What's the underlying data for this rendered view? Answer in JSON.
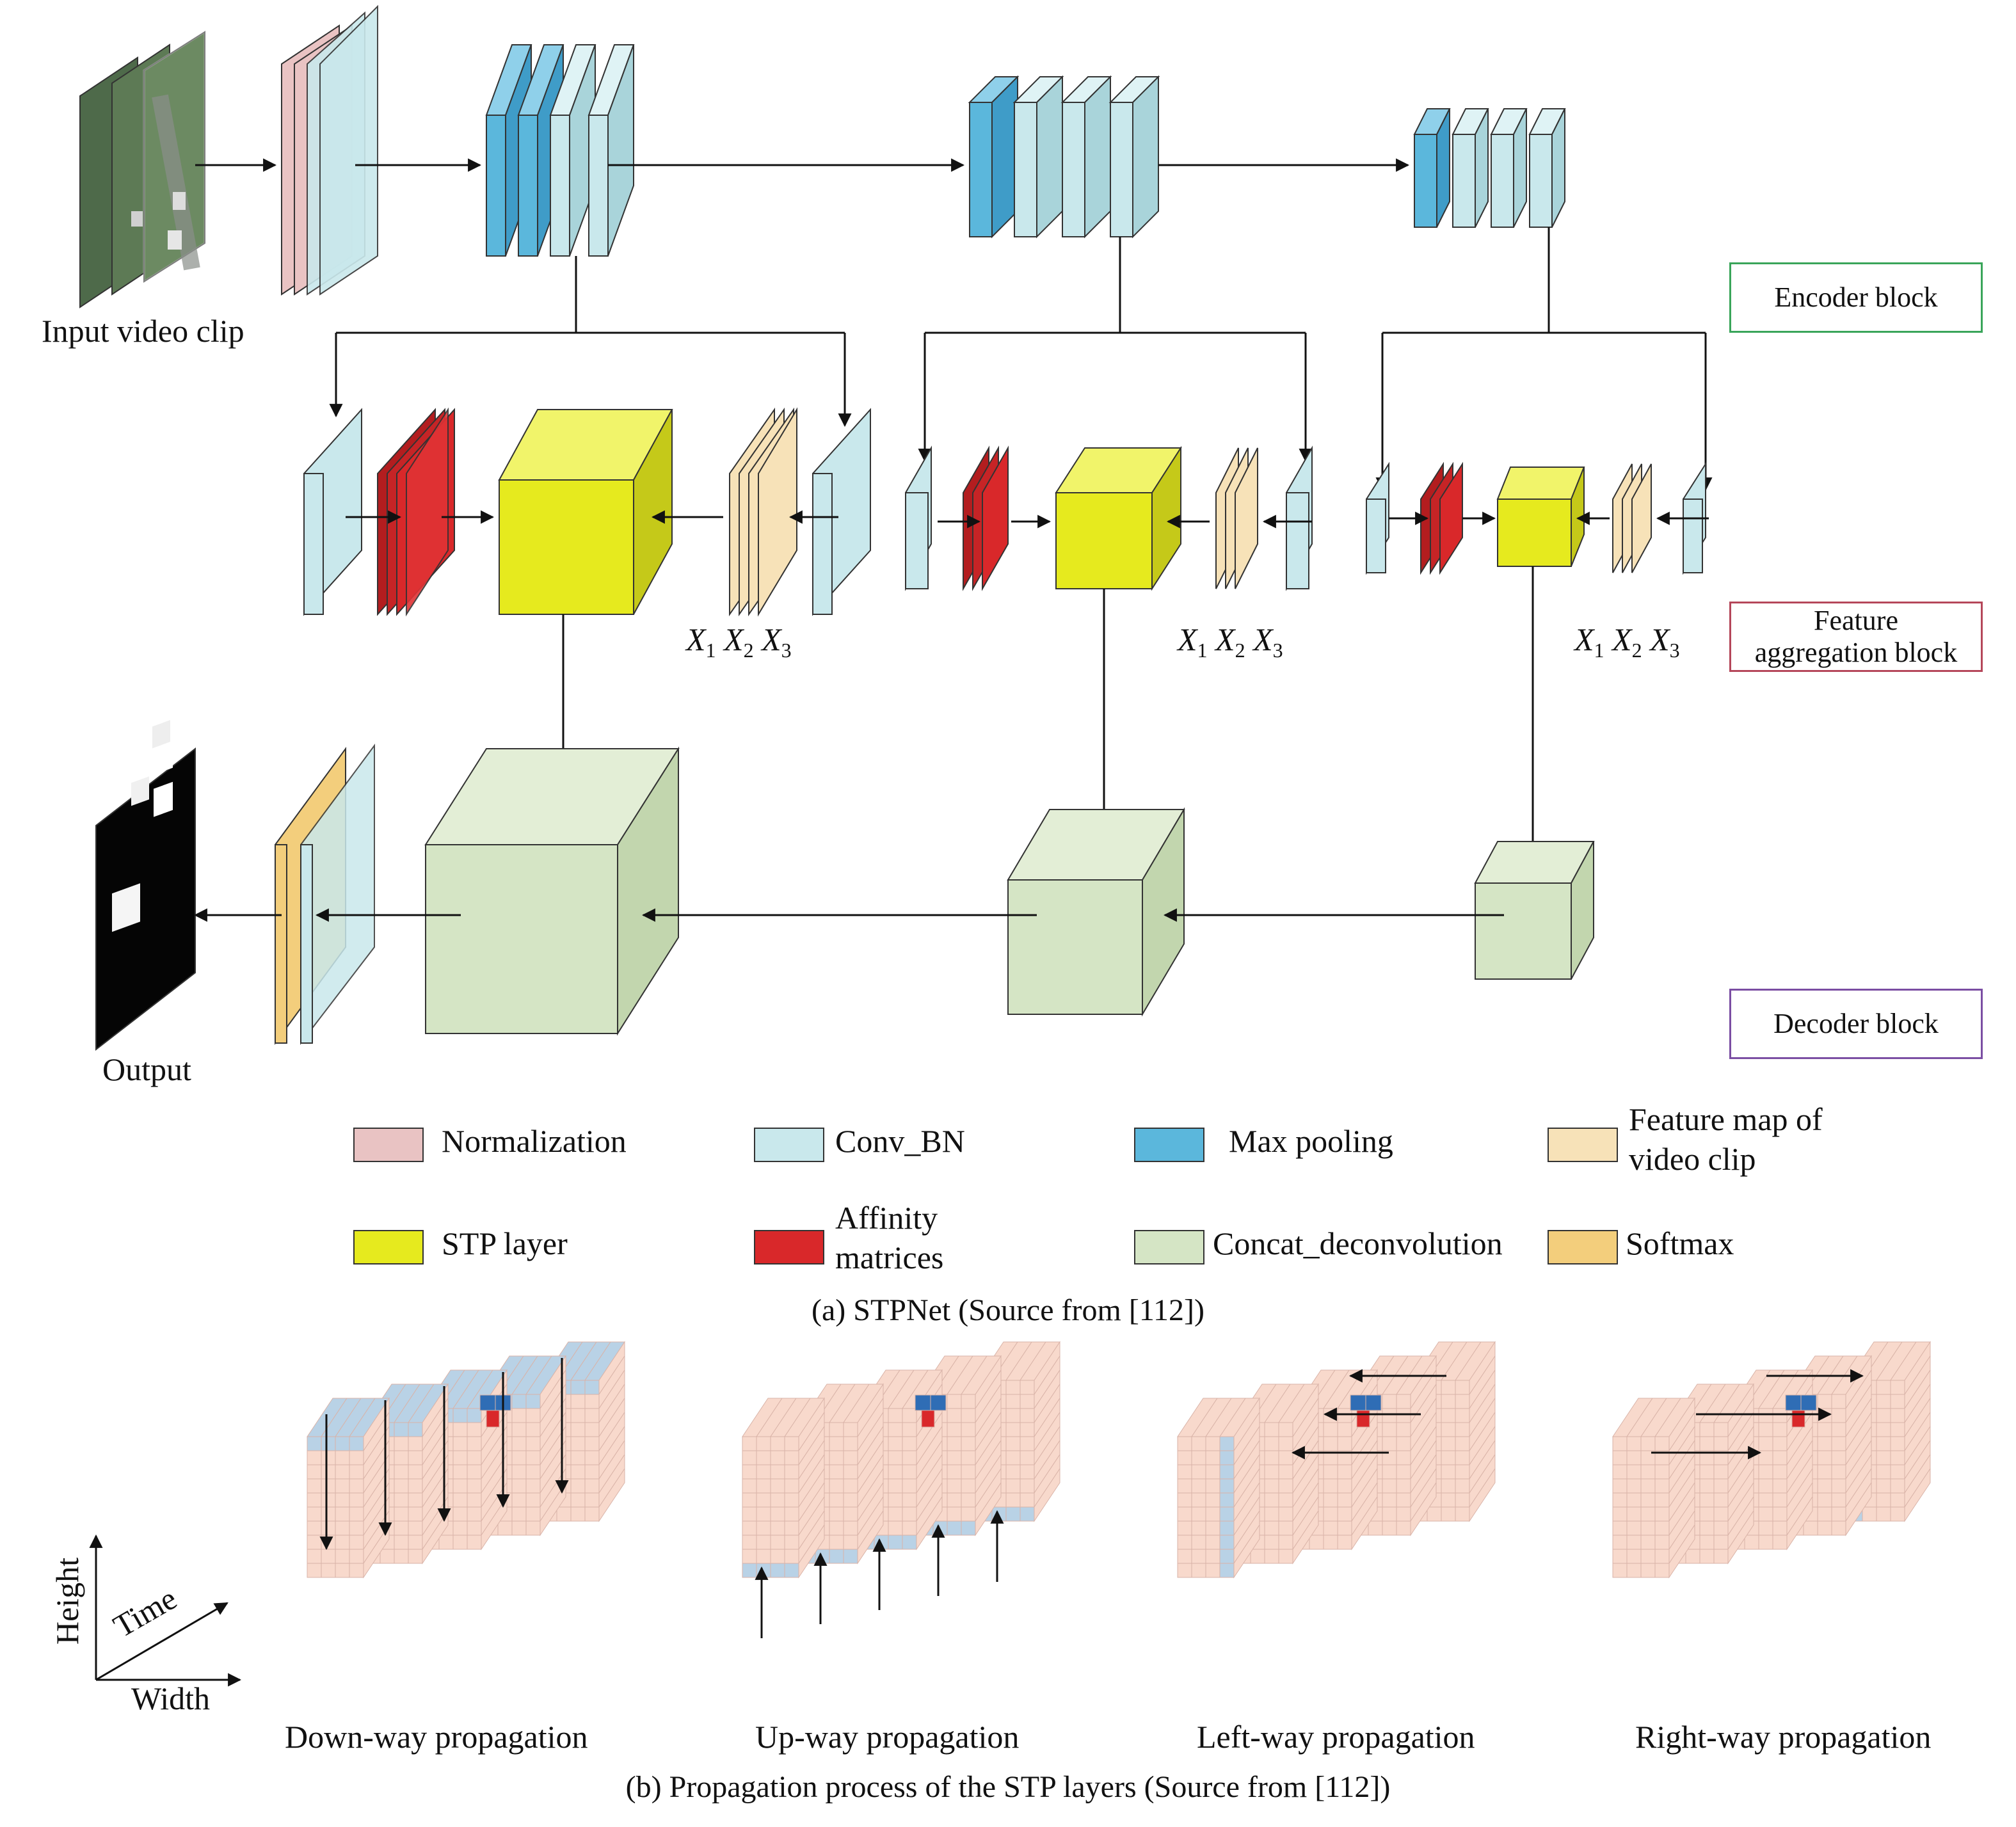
{
  "panel_a": {
    "input_label": "Input video clip",
    "output_label": "Output",
    "block_labels": {
      "encoder": "Encoder block",
      "feature_line1": "Feature",
      "feature_line2": "aggregation block",
      "decoder": "Decoder block"
    },
    "x_labels": [
      "X",
      "1",
      "X",
      "2",
      "X",
      "3"
    ],
    "caption": "(a) STPNet (Source from [112])"
  },
  "legend": {
    "normalization": "Normalization",
    "conv_bn": "Conv_BN",
    "max_pooling": "Max pooling",
    "feature_map_line1": "Feature map of",
    "feature_map_line2": "video clip",
    "stp_layer": "STP layer",
    "affinity_line1": "Affinity",
    "affinity_line2": "matrices",
    "concat_deconv": "Concat_deconvolution",
    "softmax": "Softmax"
  },
  "colors": {
    "normalization": "#e9c3c3",
    "conv_bn": "#c9e8ec",
    "max_pooling": "#5bb7dc",
    "feature_map": "#f7e2b8",
    "stp_layer": "#e6ea1e",
    "affinity": "#d9282a",
    "concat_deconv": "#d5e5c5",
    "softmax": "#f3ce7c",
    "grid_cell": "#f8d9cc",
    "grid_highlight": "#b9d2e6",
    "grid_active": "#2f6db5",
    "encoder_border": "#3aa55a",
    "feature_border": "#b5475a",
    "decoder_border": "#7b4ea3"
  },
  "panel_b": {
    "axis_height": "Height",
    "axis_time": "Time",
    "axis_width": "Width",
    "prop_labels": [
      "Down-way propagation",
      "Up-way propagation",
      "Left-way propagation",
      "Right-way propagation"
    ],
    "caption": "(b) Propagation process of the STP layers (Source from [112])"
  }
}
